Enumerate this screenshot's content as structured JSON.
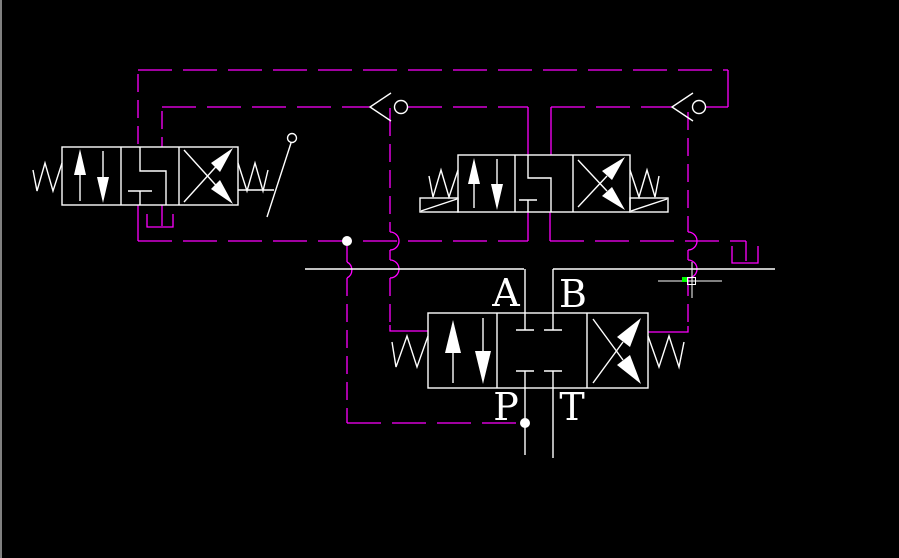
{
  "colors": {
    "background": "#000000",
    "drawing_line": "#ffffff",
    "pilot_line_magenta": "#ff00ff",
    "snap_marker_green": "#00ff00"
  },
  "port_labels": {
    "a": "A",
    "b": "B",
    "p": "P",
    "t": "T"
  },
  "components": {
    "manual_valve": "4/3 directional valve, lever operated, spring centered",
    "pilot_valve": "4/3 directional valve, pilot operated, spring centered",
    "main_valve": "4/3 directional valve, closed center, ports A B P T",
    "check_valve_left": "pilot operated check valve",
    "check_valve_right": "pilot operated check valve",
    "tank_symbols": "drain to tank",
    "cursor": "CAD crosshair cursor with pickbox and endpoint snap marker"
  }
}
